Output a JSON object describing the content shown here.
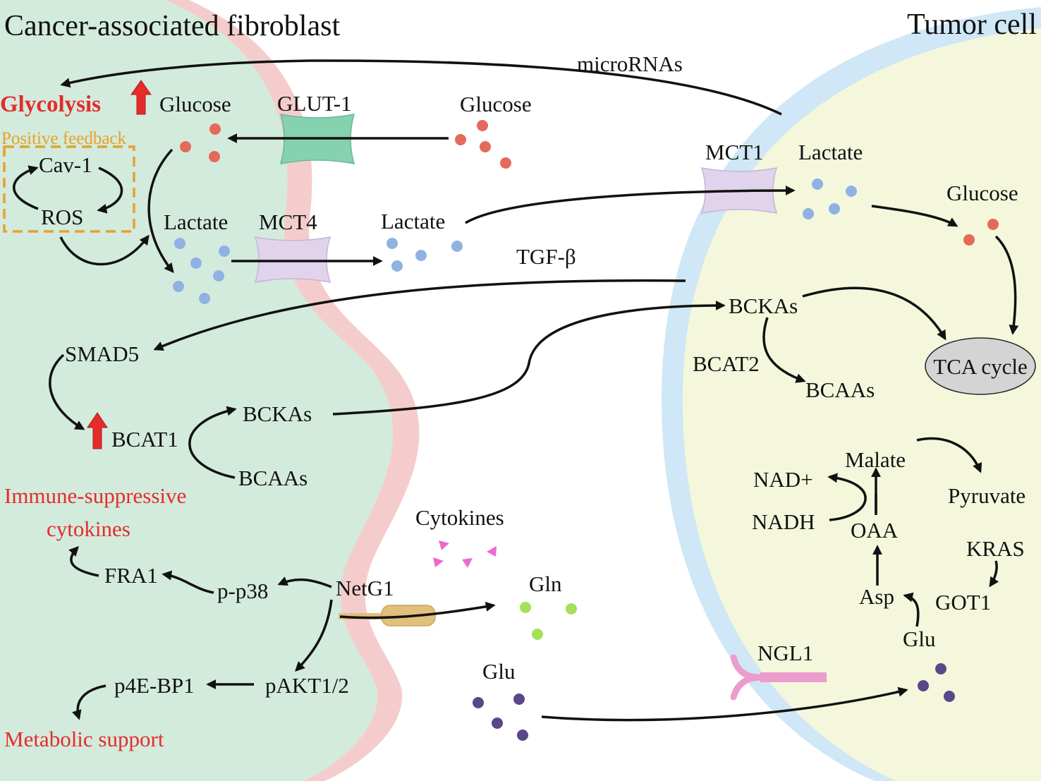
{
  "colors": {
    "caf_fill": "#d3ebdc",
    "caf_border": "#f5cccc",
    "tumor_fill": "#f4f7dc",
    "tumor_border": "#cfe7f6",
    "glucose_dot": "#e46a5a",
    "lactate_dot": "#8fb2e3",
    "gln_dot": "#a5e05a",
    "glu_dot": "#5b4787",
    "cytokine": "#ec6ad0",
    "glut1": "#86d2b0",
    "mct": "#e1d3ec",
    "netg1": "#e1c07a",
    "ngl1": "#ec9ccc",
    "red_text": "#e52b2b",
    "orange": "#e8a12a",
    "tca_fill": "#d4d4d4"
  },
  "titles": {
    "caf": "Cancer-associated fibroblast",
    "tumor": "Tumor cell"
  },
  "caf": {
    "glycolysis": "Glycolysis",
    "positive_feedback": "Positive feedback",
    "cav1": "Cav-1",
    "ros": "ROS",
    "glucose": "Glucose",
    "lactate": "Lactate",
    "smad5": "SMAD5",
    "bcat1": "BCAT1",
    "bckas": "BCKAs",
    "bcaas": "BCAAs",
    "immune_line1": "Immune-suppressive",
    "immune_line2": "cytokines",
    "fra1": "FRA1",
    "pp38": "p-p38",
    "netg1": "NetG1",
    "p4ebp1": "p4E-BP1",
    "pakt": "pAKT1/2",
    "metabolic_support": "Metabolic support"
  },
  "extracellular": {
    "micrornas": "microRNAs",
    "glut1": "GLUT-1",
    "glucose": "Glucose",
    "mct4": "MCT4",
    "lactate": "Lactate",
    "tgfb": "TGF-β",
    "cytokines": "Cytokines",
    "gln": "Gln",
    "glu": "Glu",
    "ngl1": "NGL1"
  },
  "tumor": {
    "mct1": "MCT1",
    "lactate": "Lactate",
    "glucose": "Glucose",
    "bckas": "BCKAs",
    "bcat2": "BCAT2",
    "bcaas": "BCAAs",
    "tca": "TCA cycle",
    "malate": "Malate",
    "nadplus": "NAD+",
    "nadh": "NADH",
    "oaa": "OAA",
    "pyruvate": "Pyruvate",
    "kras": "KRAS",
    "asp": "Asp",
    "got1": "GOT1",
    "glu": "Glu"
  }
}
